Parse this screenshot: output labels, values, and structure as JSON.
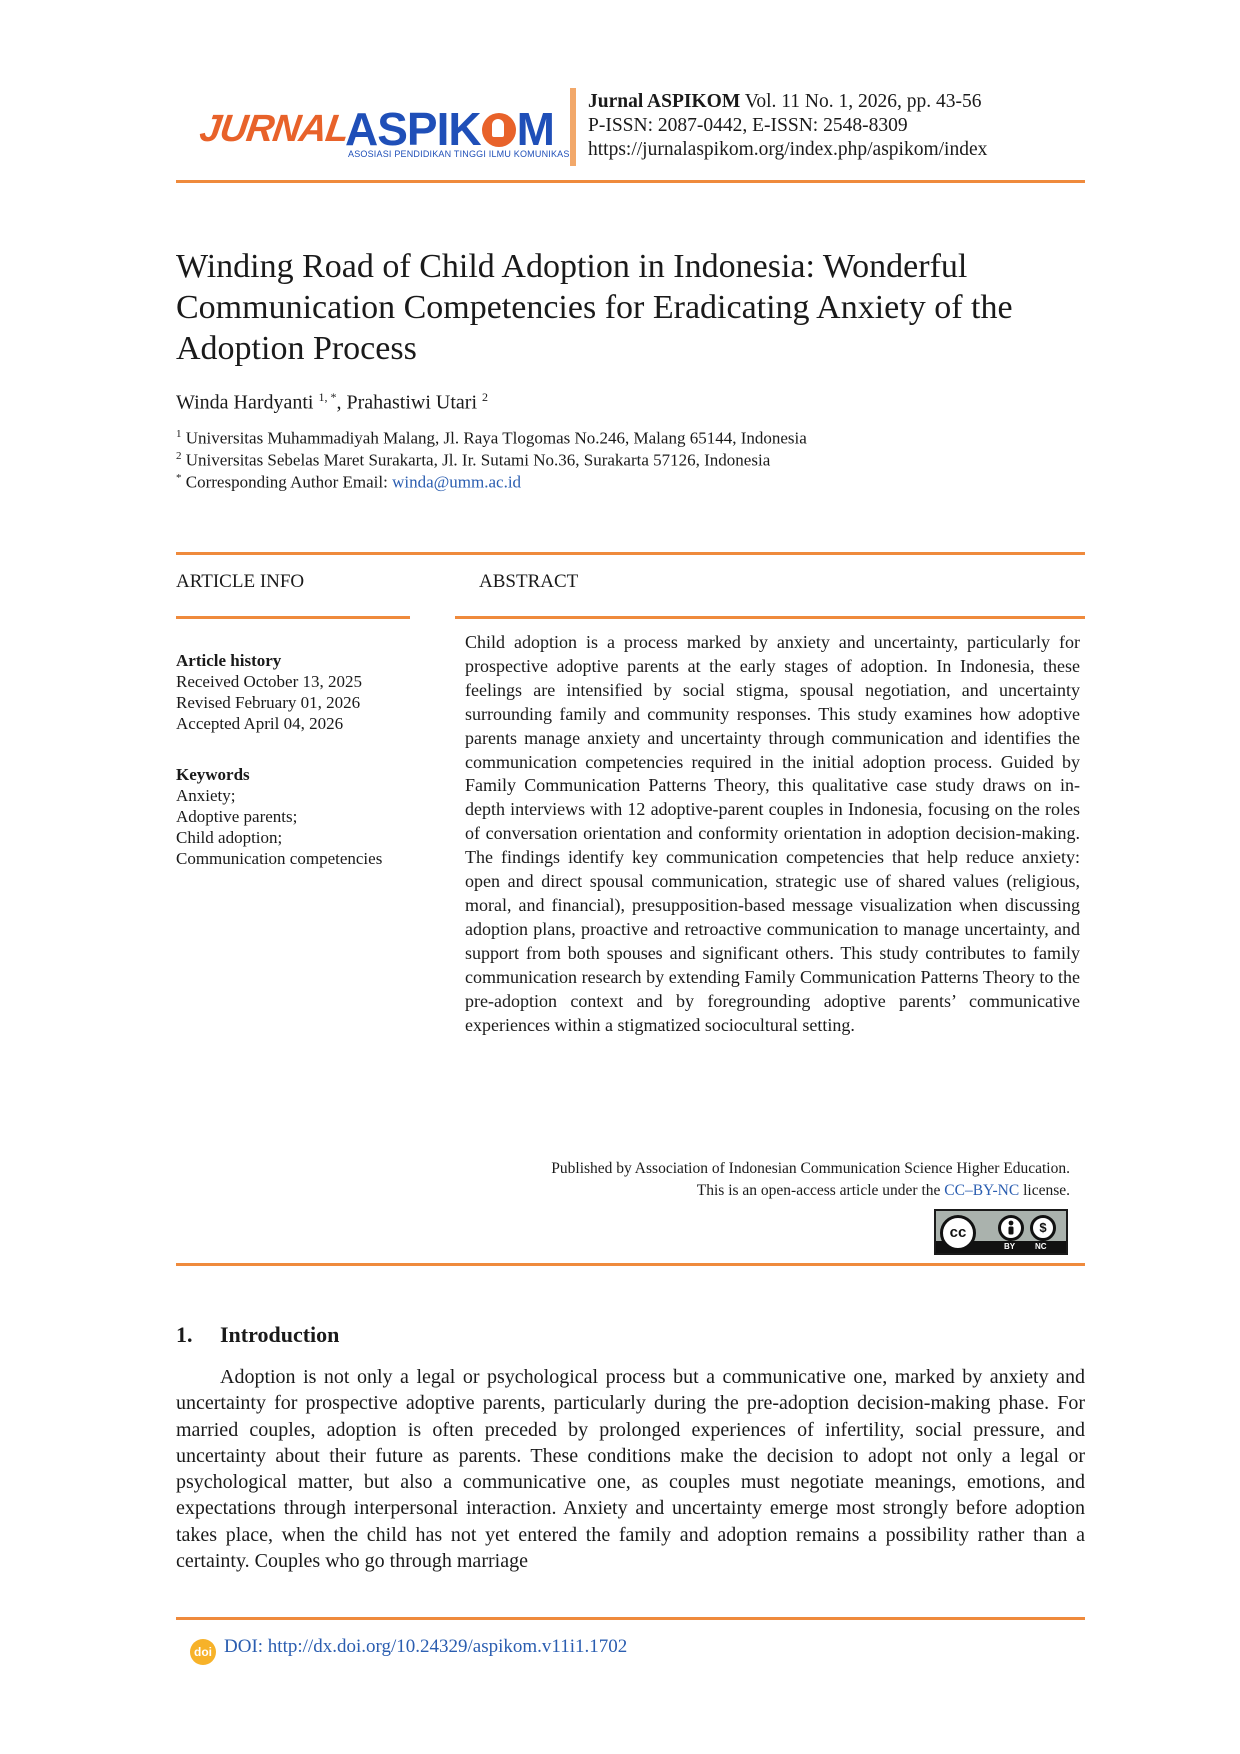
{
  "header": {
    "logo_word1": "JURNAL",
    "logo_word2_a": "ASPIK",
    "logo_word2_b": "M",
    "logo_tagline": "ASOSIASI PENDIDIKAN TINGGI ILMU KOMUNIKASI",
    "journal_name": "Jurnal ASPIKOM",
    "issue_info": " Vol. 11 No. 1, 2026, pp. 43-56",
    "issn": "P-ISSN: 2087-0442, E-ISSN: 2548-8309",
    "url": "https://jurnalaspikom.org/index.php/aspikom/index"
  },
  "article": {
    "title": "Winding Road of Child Adoption in Indonesia: Wonderful Communication Competencies for Eradicating Anxiety of the Adoption Process",
    "author1": "Winda Hardyanti",
    "author1_sup": "1, *",
    "author_sep": ", ",
    "author2": "Prahastiwi Utari",
    "author2_sup": "2",
    "affil1_num": "1",
    "affil1": "Universitas Muhammadiyah Malang, Jl. Raya Tlogomas No.246, Malang 65144, Indonesia",
    "affil2_num": "2",
    "affil2": "Universitas Sebelas Maret Surakarta, Jl. Ir. Sutami No.36, Surakarta 57126, Indonesia",
    "corr_mark": "*",
    "corr_label": "Corresponding Author Email: ",
    "corr_email": "winda@umm.ac.id"
  },
  "info": {
    "article_info_label": "ARTICLE INFO",
    "abstract_label": "ABSTRACT",
    "history_label": "Article history",
    "received": "Received October 13, 2025",
    "revised": "Revised February 01, 2026",
    "accepted": "Accepted April 04, 2026",
    "keywords_label": "Keywords",
    "keywords": [
      "Anxiety;",
      "Adoptive parents;",
      "Child adoption;",
      "Communication competencies"
    ]
  },
  "abstract": "Child adoption is a process marked by anxiety and uncertainty, particularly for prospective adoptive parents at the early stages of adoption. In Indonesia, these feelings are intensified by social stigma, spousal negotiation, and uncertainty surrounding family and community responses. This study examines how adoptive parents manage anxiety and uncertainty through communication and identifies the communication competencies required in the initial adoption process. Guided by Family Communication Patterns Theory, this qualitative case study draws on in-depth interviews with 12 adoptive-parent couples in Indonesia, focusing on the roles of conversation orientation and conformity orientation in adoption decision-making. The findings identify key communication competencies that help reduce anxiety: open and direct spousal communication, strategic use of shared values (religious, moral, and financial), presupposition-based message visualization when discussing adoption plans, proactive and retroactive communication to manage uncertainty, and support from both spouses and significant others. This study contributes to family communication research by extending Family Communication Patterns Theory to the pre-adoption context and by foregrounding adoptive parents’ communicative experiences within a stigmatized sociocultural setting.",
  "publication": {
    "line1": "Published by Association of Indonesian Communication Science Higher Education.",
    "line2_pre": "This is an open-access article under the ",
    "license": "CC–BY-NC",
    "line2_post": " license.",
    "badge_cc": "cc",
    "badge_by": "BY",
    "badge_nc": "NC"
  },
  "introduction": {
    "number": "1.",
    "heading": "Introduction",
    "body": "Adoption is not only a legal or psychological process but a communicative one, marked by anxiety and uncertainty for prospective adoptive parents, particularly during the pre-adoption decision-making phase. For married couples, adoption is often preceded by prolonged experiences of infertility, social pressure, and uncertainty about their future as parents. These conditions make the decision to adopt not only a legal or psychological matter, but also a communicative one, as couples must negotiate meanings, emotions, and expectations through interpersonal interaction. Anxiety and uncertainty emerge most strongly before adoption takes place, when the child has not yet entered the family and adoption remains a possibility rather than a certainty. Couples who go through marriage"
  },
  "footer": {
    "doi_icon": "doi",
    "doi": "DOI: http://dx.doi.org/10.24329/aspikom.v11i1.1702"
  },
  "colors": {
    "accent_orange": "#ef8a3c",
    "link_blue": "#2a5db0",
    "logo_blue": "#1f4fb8"
  }
}
